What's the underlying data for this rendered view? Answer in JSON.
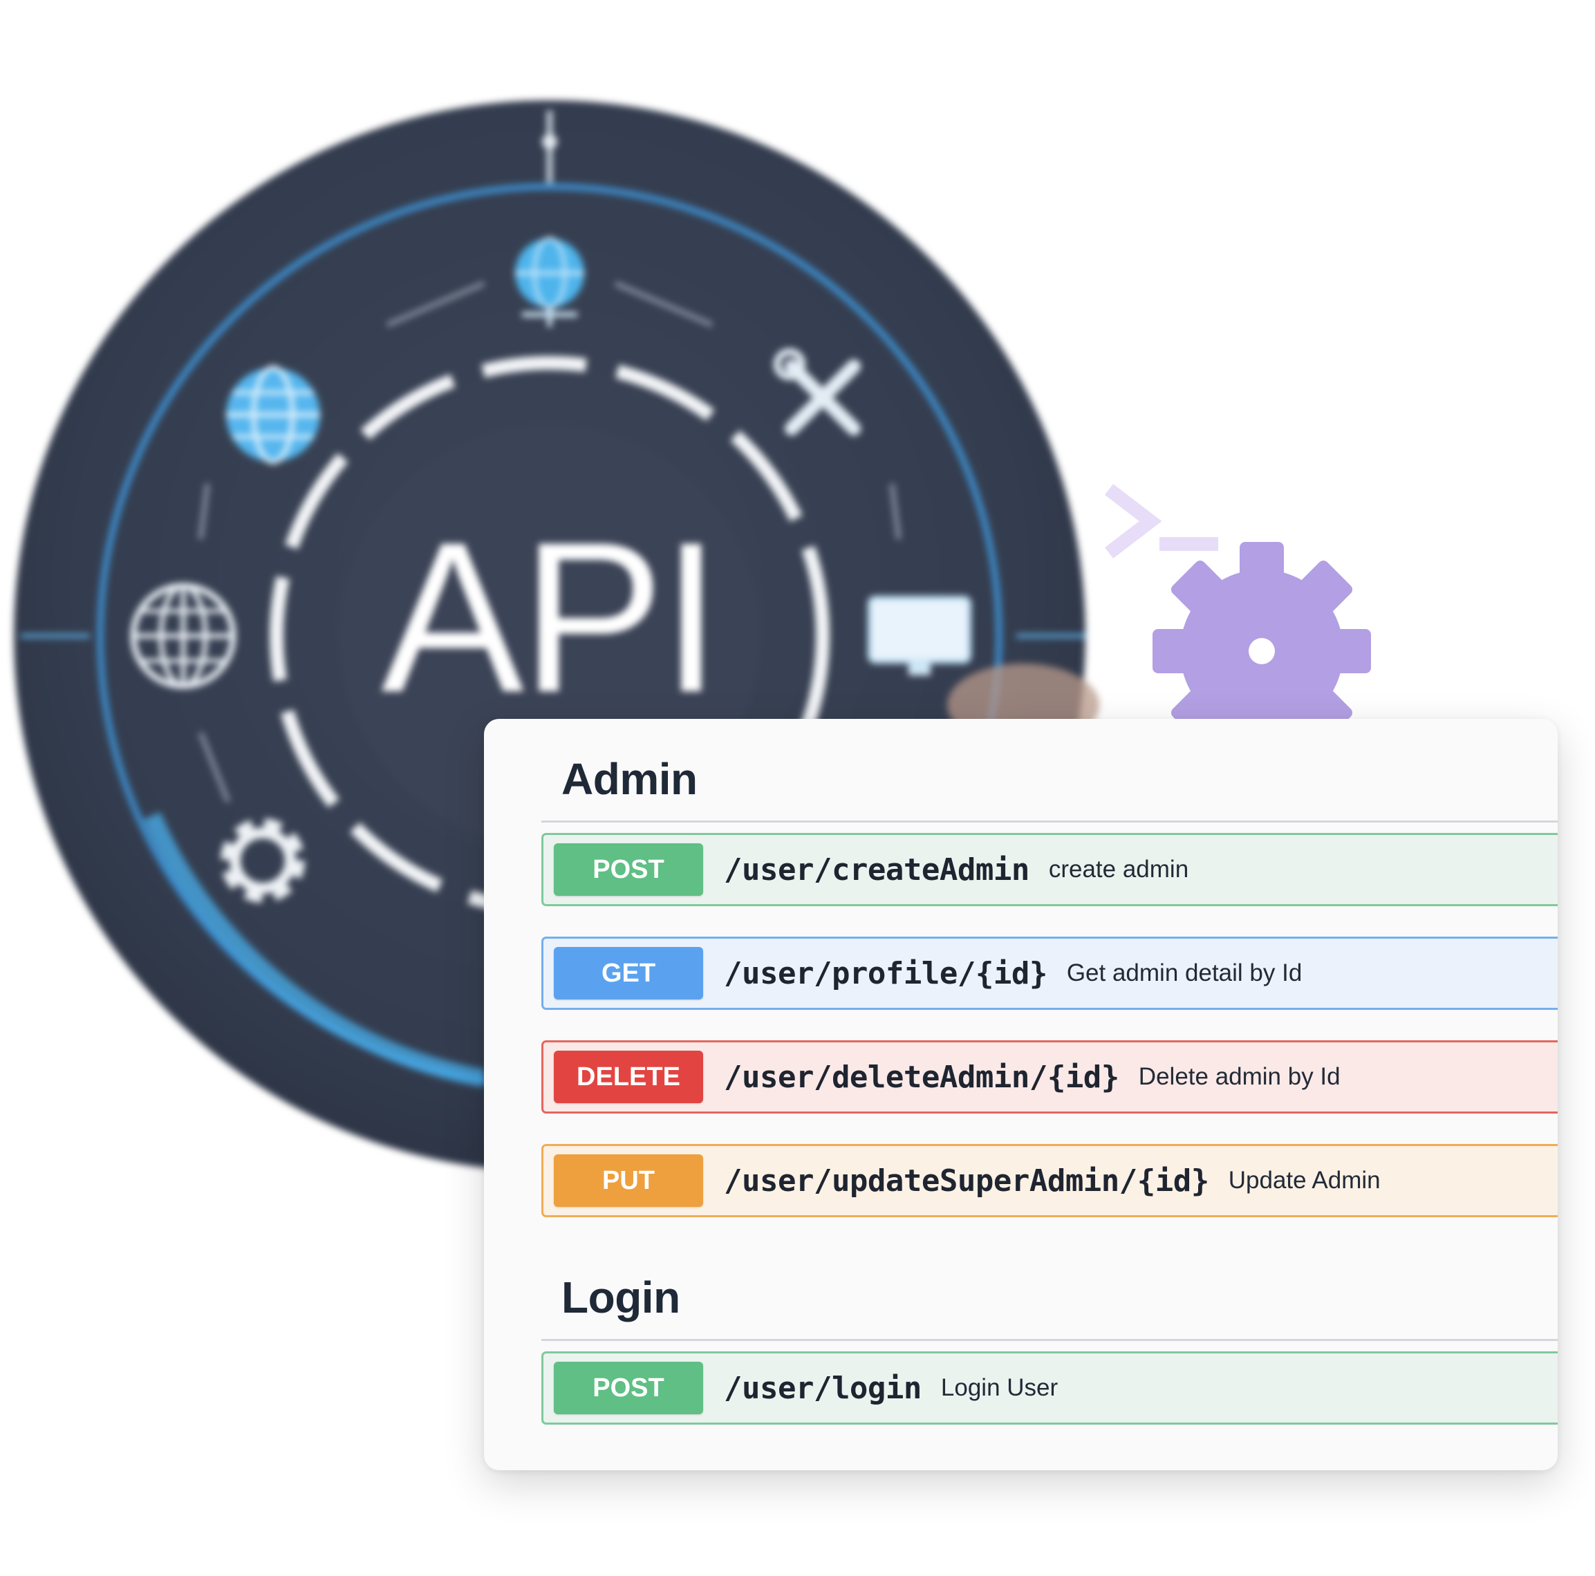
{
  "illustration": {
    "label": "API",
    "icons": [
      "globe-stand-icon",
      "tools-icon",
      "globe-icon",
      "grid-globe-icon",
      "monitor-icon",
      "gear-icon"
    ]
  },
  "decorations": {
    "icons": [
      "terminal-prompt-icon",
      "gear-icon"
    ],
    "color": "#b39fe3"
  },
  "colors": {
    "post": "#5fbf84",
    "get": "#5aa2ef",
    "delete": "#e24541",
    "put": "#eea03e"
  },
  "sections": [
    {
      "title": "Admin",
      "operations": [
        {
          "method": "POST",
          "path": "/user/createAdmin",
          "summary": "create admin"
        },
        {
          "method": "GET",
          "path": "/user/profile/{id}",
          "summary": "Get admin detail by Id"
        },
        {
          "method": "DELETE",
          "path": "/user/deleteAdmin/{id}",
          "summary": "Delete admin by Id"
        },
        {
          "method": "PUT",
          "path": "/user/updateSuperAdmin/{id}",
          "summary": "Update Admin"
        }
      ]
    },
    {
      "title": "Login",
      "operations": [
        {
          "method": "POST",
          "path": "/user/login",
          "summary": "Login User"
        }
      ]
    }
  ]
}
